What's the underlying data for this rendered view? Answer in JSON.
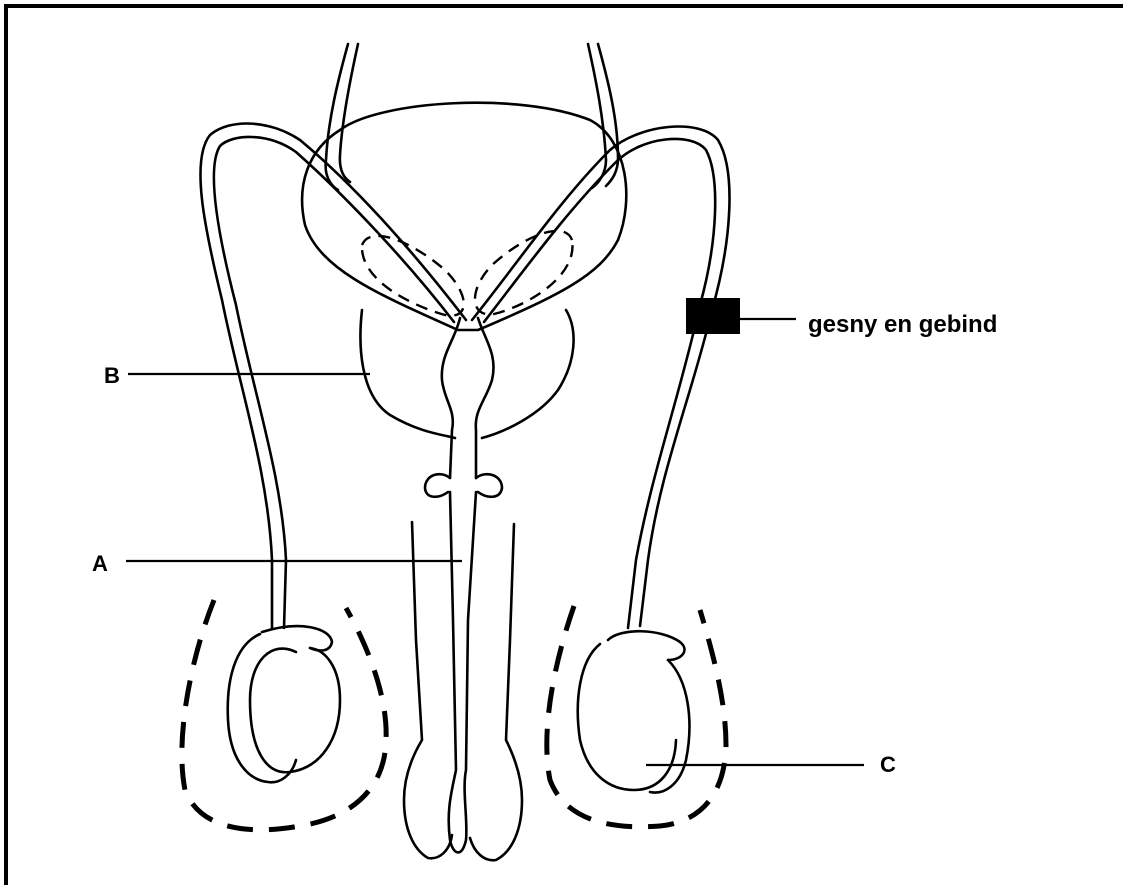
{
  "diagram": {
    "labels": {
      "a": "A",
      "b": "B",
      "c": "C",
      "cut": "gesny en gebind"
    }
  }
}
